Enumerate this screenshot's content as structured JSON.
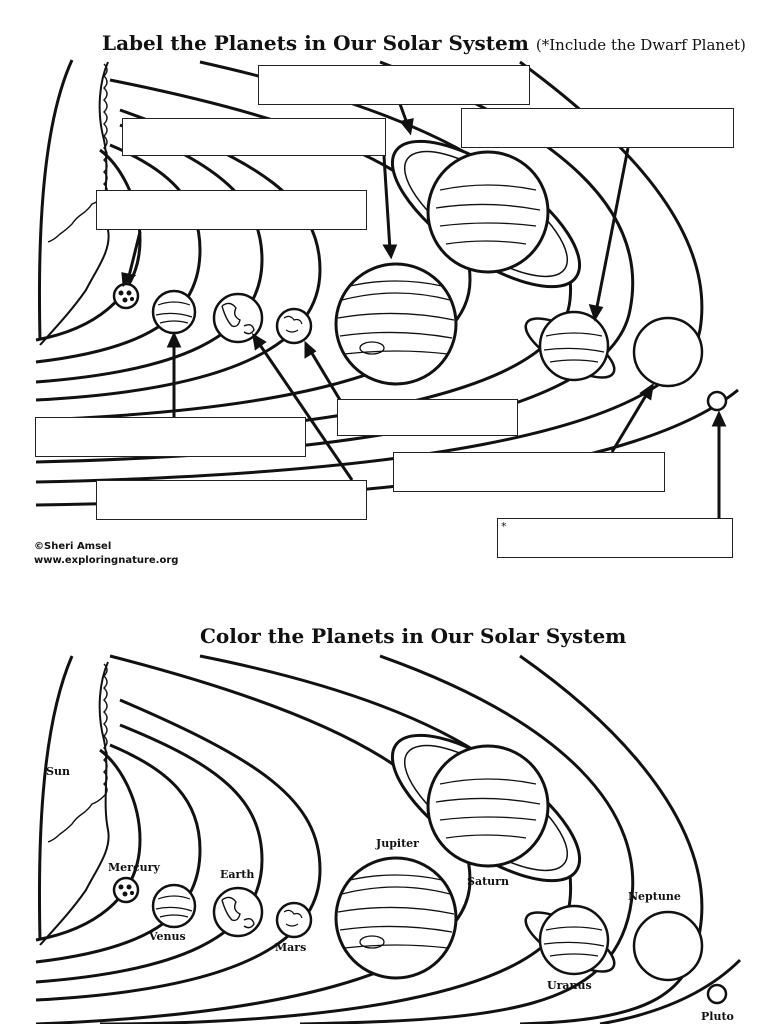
{
  "worksheet1": {
    "title": "Label the Planets in Our Solar System",
    "subtitle": "(*Include the Dwarf Planet)",
    "dwarf_marker": "*",
    "credit_author": "©Sheri Amsel",
    "credit_url": "www.exploringnature.org"
  },
  "worksheet2": {
    "title": "Color the Planets in Our Solar System",
    "labels": {
      "sun": "Sun",
      "mercury": "Mercury",
      "venus": "Venus",
      "earth": "Earth",
      "mars": "Mars",
      "jupiter": "Jupiter",
      "saturn": "Saturn",
      "uranus": "Uranus",
      "neptune": "Neptune",
      "pluto": "Pluto"
    }
  },
  "colors": {
    "ink": "#111111",
    "paper": "#ffffff"
  }
}
